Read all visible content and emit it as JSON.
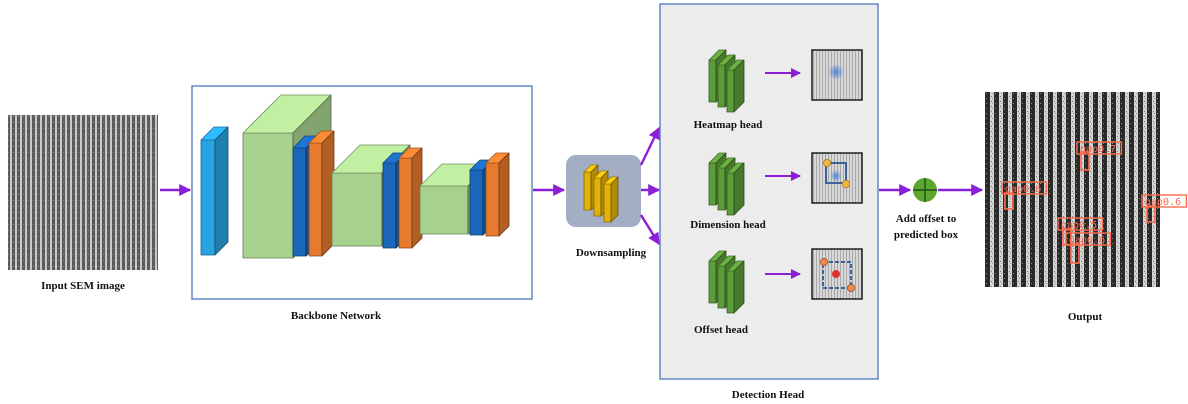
{
  "labels": {
    "input": "Input SEM image",
    "backbone": "Backbone Network",
    "downsampling": "Downsampling",
    "detection_head": "Detection Head",
    "heatmap_head": "Heatmap head",
    "dimension_head": "Dimension head",
    "offset_head": "Offset head",
    "add_offset_line1": "Add offset to",
    "add_offset_line2": "predicted box",
    "output": "Output"
  },
  "detections": [
    {
      "label": "gap0.7"
    },
    {
      "label": "gap0.6"
    },
    {
      "label": "gap0.6"
    },
    {
      "label": "gap0.5"
    },
    {
      "label": "gap0.6"
    }
  ],
  "colors": {
    "arrow": "#8b1fd6",
    "box_border": "#5b7fc0",
    "head_panel": "#ececec",
    "down_panel": "#a3aec4",
    "cube_blue": "#1a66b8",
    "cube_light_blue": "#29a3e0",
    "cube_green": "#a8d18e",
    "cube_orange": "#e67a2e",
    "head_green": "#5c9c3a",
    "down_yellow": "#e2b10c",
    "sum_green": "#5da72f",
    "detection": "#ff6b4a"
  }
}
